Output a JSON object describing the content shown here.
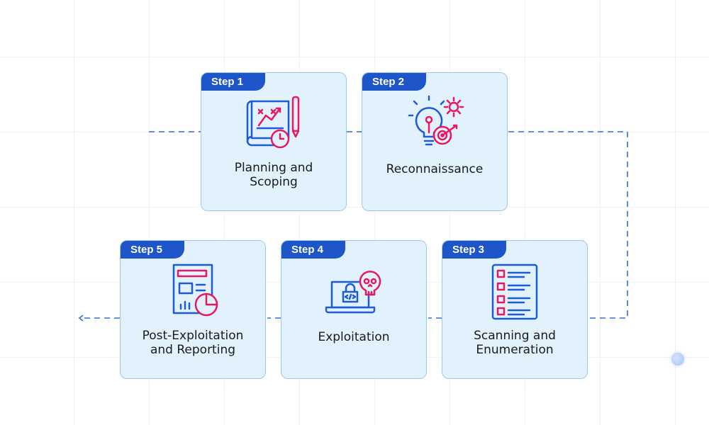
{
  "diagram": {
    "steps": [
      {
        "tab": "Step 1",
        "label": "Planning and\nScoping",
        "icon": "map-chart-icon"
      },
      {
        "tab": "Step 2",
        "label": "Reconnaissance",
        "icon": "lightbulb-target-icon"
      },
      {
        "tab": "Step 3",
        "label": "Scanning and\nEnumeration",
        "icon": "checklist-icon"
      },
      {
        "tab": "Step 4",
        "label": "Exploitation",
        "icon": "laptop-skull-icon"
      },
      {
        "tab": "Step 5",
        "label": "Post-Exploitation\nand Reporting",
        "icon": "report-pie-icon"
      }
    ],
    "colors": {
      "tab": "#1e55c8",
      "card_bg": "#e1f2fd",
      "card_border": "#9cc8ea",
      "icon_blue": "#1e5bd6",
      "icon_pink": "#e8185e",
      "connector": "#2f6fd6"
    }
  }
}
